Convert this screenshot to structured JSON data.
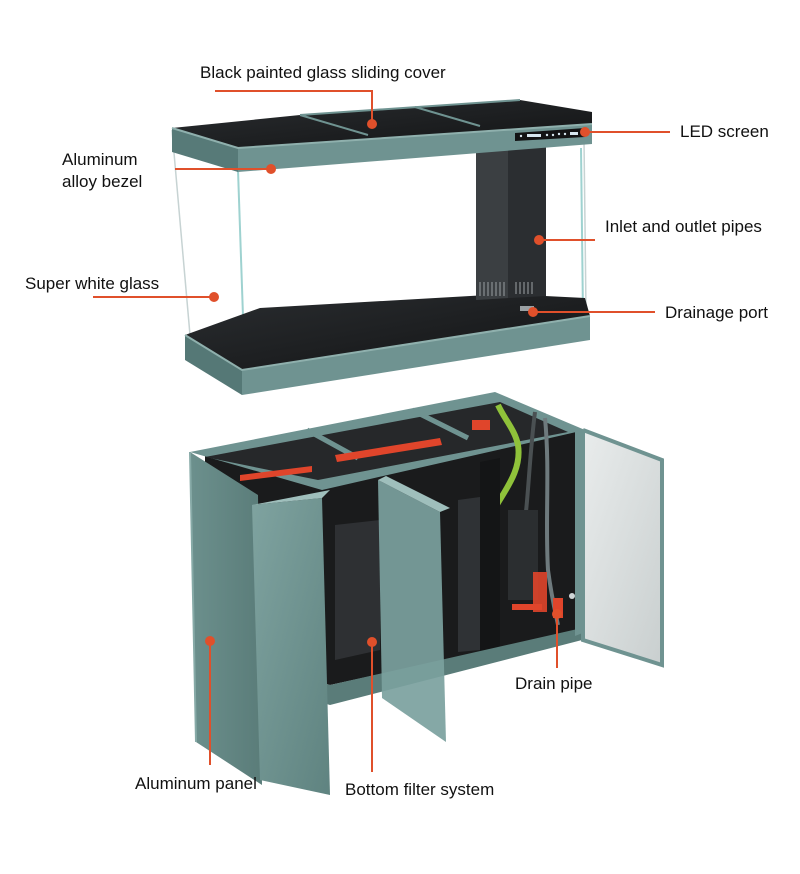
{
  "callouts": {
    "glass_cover": "Black painted glass sliding cover",
    "bezel_line1": "Aluminum",
    "bezel_line2": "alloy bezel",
    "led_screen": "LED screen",
    "pipes": "Inlet and outlet pipes",
    "super_glass": "Super white glass",
    "drainage_port": "Drainage port",
    "drain_pipe": "Drain pipe",
    "aluminum_panel": "Aluminum panel",
    "filter_system": "Bottom filter system"
  },
  "colors": {
    "frame": "#6f9391",
    "frame_dark": "#4f6f6d",
    "frame_light": "#8fb0ad",
    "black_glass": "#1d1f21",
    "pump_red": "#e0452b",
    "hose_green": "#8fc23a",
    "leader": "#e0502b"
  }
}
